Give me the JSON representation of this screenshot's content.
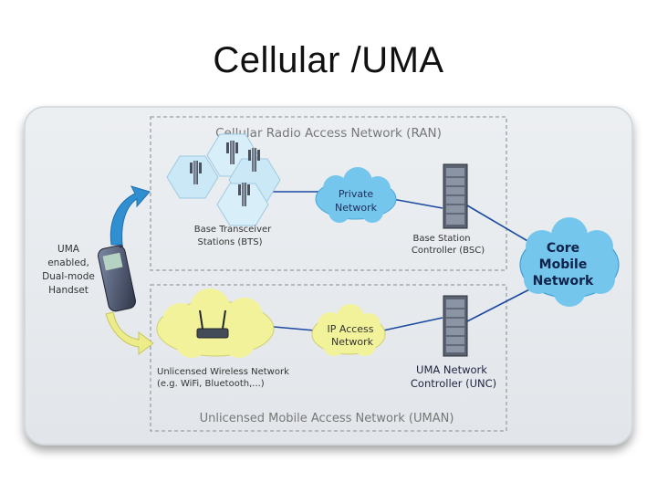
{
  "title": "Cellular /UMA",
  "diagram": {
    "ran_label": "Cellular Radio Access Network (RAN)",
    "uman_label": "Unlicensed Mobile Access Network (UMAN)",
    "handset_label": [
      "UMA",
      "enabled,",
      "Dual-mode",
      "Handset"
    ],
    "bts_label": [
      "Base Transceiver",
      "Stations (BTS)"
    ],
    "private_network": [
      "Private",
      "Network"
    ],
    "bsc_label": [
      "Base Station",
      "Controller (BSC)"
    ],
    "core_network": [
      "Core",
      "Mobile",
      "Network"
    ],
    "ip_access_network": [
      "IP Access",
      "Network"
    ],
    "unc_label": [
      "UMA Network",
      "Controller (UNC)"
    ],
    "wireless_label": [
      "Unlicensed Wireless Network",
      "(e.g. WiFi, Bluetooth,...)"
    ]
  },
  "colors": {
    "cloud_fill": "#74c6ec",
    "arrow_blue": "#2f8fd0",
    "arrow_yellow": "#ecec8a",
    "cell_fill": "#cbe8f6",
    "wifi_cloud": "#f2f29a",
    "line": "#1c4aa0"
  }
}
